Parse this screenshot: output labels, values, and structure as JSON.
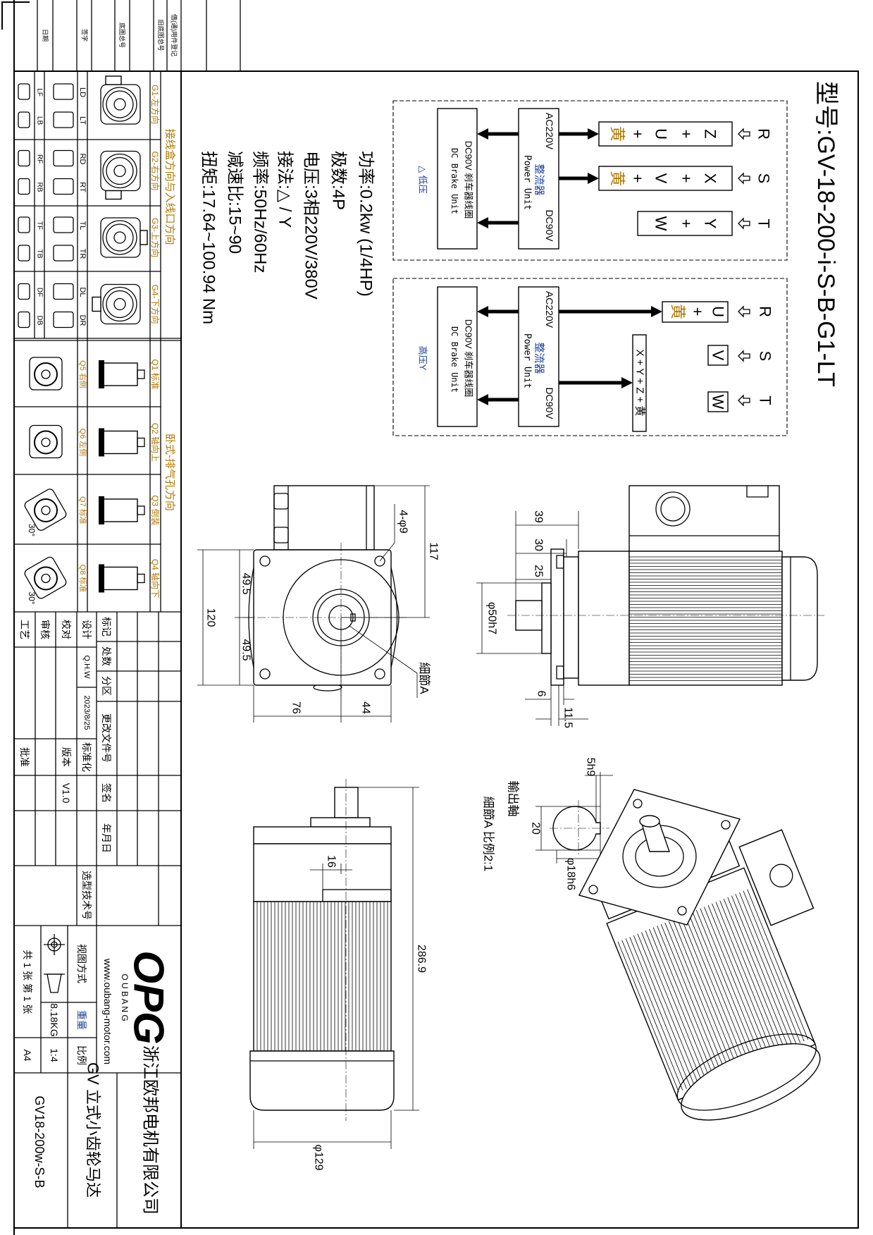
{
  "registration_strip": [
    "日期",
    "签字",
    "底图总号",
    "旧底图总号",
    "借(通)用件登记"
  ],
  "model": "型号:GV-18-200-i-S-B-G1-LT",
  "specs": [
    "功率:0.2kw (1/4HP)",
    "极数:4P",
    "电压:3相220V/380V",
    "接法:△ / Y",
    "频率:50Hz/60Hz",
    "减速比:15~90",
    "扭矩:17.64~100.94 Nm"
  ],
  "wiring": {
    "power_unit": {
      "ac": "AC220V",
      "name_cn": "整流器",
      "name_en": "Power Unit",
      "dc": "DC90V"
    },
    "brake_unit": {
      "title": "DC90V  刹车器线圈",
      "name_en": "DC Brake Unit"
    },
    "low": {
      "label": "△ 低压",
      "rows": [
        {
          "phase": "R",
          "terms": [
            "Z",
            "+",
            "U",
            "+",
            "黄"
          ]
        },
        {
          "phase": "S",
          "terms": [
            "X",
            "+",
            "V",
            "+",
            "黄"
          ]
        },
        {
          "phase": "T",
          "terms": [
            "Y",
            "+",
            "W"
          ]
        }
      ]
    },
    "high": {
      "label": "高压Y",
      "rows": [
        {
          "phase": "R",
          "terms": [
            "U",
            "+",
            "黄"
          ]
        },
        {
          "phase": "S",
          "terms": [
            "V"
          ]
        },
        {
          "phase": "T",
          "terms": [
            "W"
          ]
        }
      ],
      "star": "X + Y + Z + 黄"
    }
  },
  "dimensions": {
    "front": {
      "height": "117",
      "holes": "4-φ9",
      "flange": "120",
      "half_a": "49.5",
      "half_b": "49.5",
      "left": "76",
      "right": "44",
      "detail_ref": "細節A"
    },
    "side": {
      "d39": "39",
      "d30": "30",
      "d25": "25",
      "pilot": "φ50h7",
      "d6": "6",
      "d11": "11.5"
    },
    "bottom": {
      "length": "286.9",
      "d16": "16",
      "diameter": "φ129"
    },
    "detail": {
      "key": "5h9",
      "d20": "20",
      "shaft": "φ18h6",
      "title1": "輸出軸",
      "title2": "細節A 比例2:1"
    }
  },
  "left_table": {
    "section_g": "接线盒方向与入线口方向",
    "section_q": "卧式-排气孔方向",
    "g_rows": [
      {
        "label": "G1-左方向",
        "sub": [
          "LD",
          "LT"
        ],
        "sub2": [
          "LF",
          "LB"
        ]
      },
      {
        "label": "G2-右方向",
        "sub": [
          "RD",
          "RT"
        ],
        "sub2": [
          "RF",
          "RB"
        ]
      },
      {
        "label": "G3-上方向",
        "sub": [
          "TL",
          "TR"
        ],
        "sub2": [
          "TF",
          "TB"
        ]
      },
      {
        "label": "G4-下方向",
        "sub": [
          "DL",
          "DR"
        ],
        "sub2": [
          "DF",
          "DB"
        ]
      }
    ],
    "q_rows": [
      {
        "label": "Q1 标准",
        "sub": "Q5 右侧"
      },
      {
        "label": "Q2 轴向上",
        "sub": "Q6 左侧"
      },
      {
        "label": "Q3 倒装",
        "sub": "Q7 标准",
        "angle": "30°"
      },
      {
        "label": "Q4 轴向下",
        "sub": "Q8 标准",
        "angle": "30°"
      }
    ]
  },
  "title_block": {
    "mark": "标记",
    "count": "处数",
    "zone": "分区",
    "change_doc": "更改文件号",
    "sign": "签名",
    "date": "年月日",
    "design": "设计",
    "designer": "Q.H.W",
    "design_date": "2023/8/25",
    "standard": "标准化",
    "check": "校对",
    "version_label": "版本",
    "version": "V1.0",
    "review": "审核",
    "process": "工艺",
    "approve": "批准",
    "selection_no": "选型技术号",
    "view_method": "视图方式",
    "weight_label": "重量",
    "weight": "8.18KG",
    "scale_label": "比例",
    "scale": "1:4",
    "sheets": "共 1 张 第 1 张",
    "paper": "A4",
    "logo": "OPG",
    "brand": "O U B A N G",
    "website": "www.oubang-motor.com",
    "company": "浙江欧邦电机有限公司",
    "product": "GV 立式小齿轮马达",
    "drawing_no": "GV18-200w-S-B"
  }
}
